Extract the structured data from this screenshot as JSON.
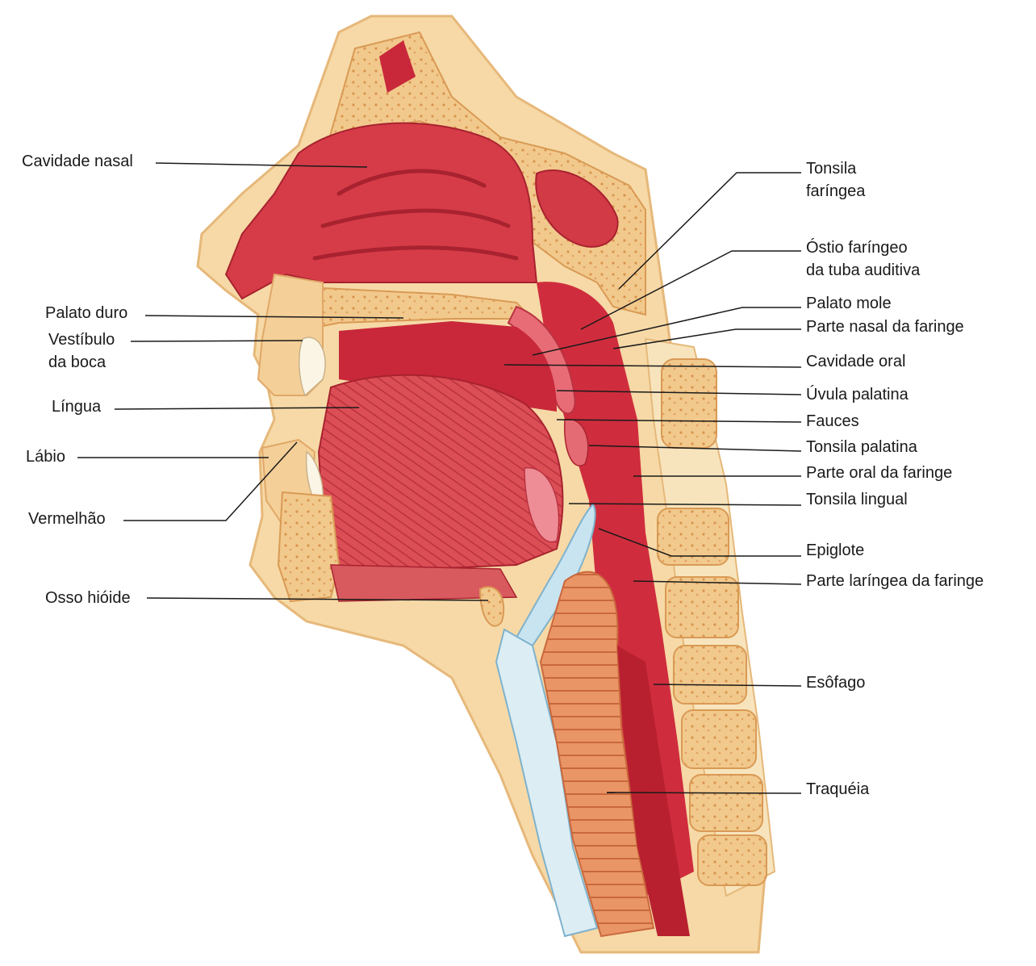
{
  "labels_left": {
    "cavidade_nasal": "Cavidade nasal",
    "palato_duro": "Palato duro",
    "vestibulo_l1": "Vestíbulo",
    "vestibulo_l2": "da boca",
    "lingua": "Língua",
    "labio": "Lábio",
    "vermelhao": "Vermelhão",
    "osso_hioide": "Osso hióide"
  },
  "labels_right": {
    "tonsila_faringea_l1": "Tonsila",
    "tonsila_faringea_l2": "faríngea",
    "ostio_l1": "Óstio faríngeo",
    "ostio_l2": "da tuba auditiva",
    "palato_mole": "Palato mole",
    "parte_nasal": "Parte nasal da faringe",
    "cavidade_oral": "Cavidade oral",
    "uvula": "Úvula palatina",
    "fauces": "Fauces",
    "tonsila_palatina": "Tonsila palatina",
    "parte_oral": "Parte oral da faringe",
    "tonsila_lingual": "Tonsila lingual",
    "epiglote": "Epiglote",
    "parte_laringea": "Parte laríngea da faringe",
    "esofago": "Esôfago",
    "traqueia": "Traquéia"
  },
  "colors": {
    "skin": "#f6d9a6",
    "bone": "#f2c98c",
    "muscle": "#d9424a",
    "cavity": "#c8283a",
    "mucosa": "#e8707a",
    "cartilage": "#bfe0ee",
    "trachea": "#e98a5c",
    "leader": "#1a1a1a"
  }
}
